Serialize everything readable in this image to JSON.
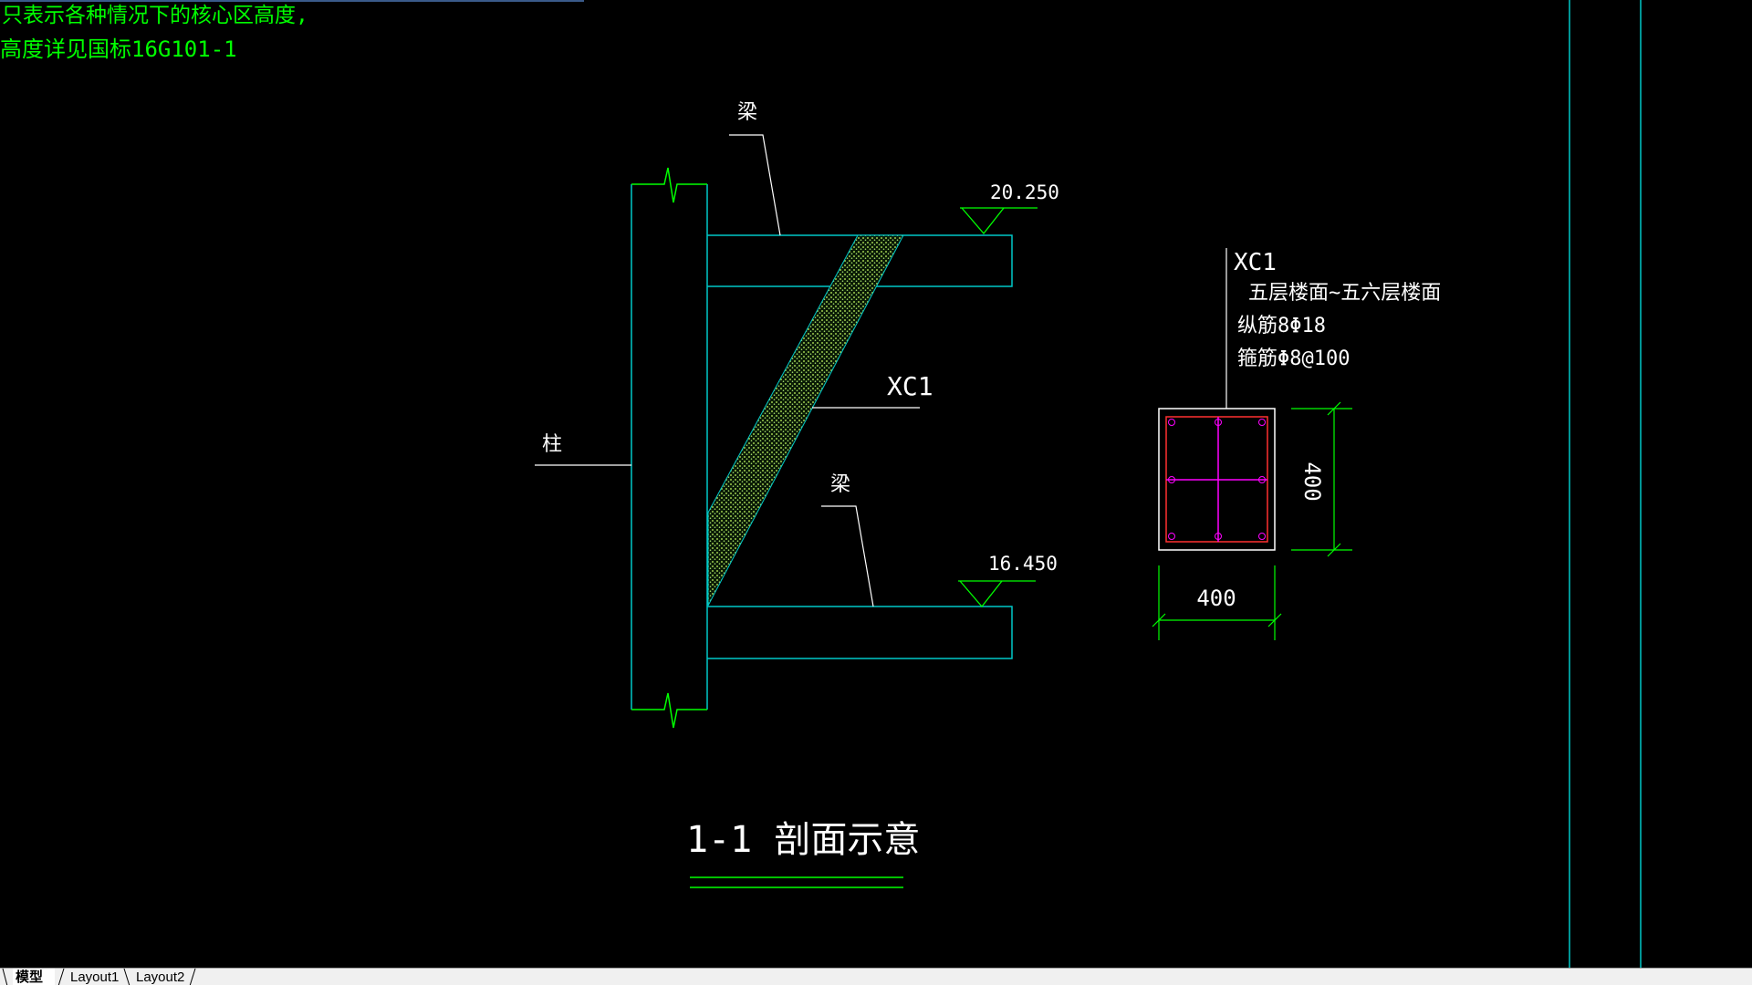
{
  "notes": {
    "line1": "只表示各种情况下的核心区高度,",
    "line2": "高度详见国标16G101-1"
  },
  "drawing": {
    "beam_label_top": "梁",
    "beam_label_bottom": "梁",
    "column_label": "柱",
    "brace_label": "XC1",
    "elevation_top": "20.250",
    "elevation_bottom": "16.450",
    "section_title": "1-1  剖面示意",
    "detail": {
      "name": "XC1",
      "range": "五层楼面~五六层楼面",
      "longitudinal": "纵筋8Φ18",
      "stirrup": "箍筋Φ8@100",
      "dim_height": "400",
      "dim_width": "400"
    }
  },
  "colors": {
    "background": "#000000",
    "cyan": "#00c8c8",
    "green": "#00ff00",
    "white": "#ffffff",
    "hatch": "#c8ff64",
    "magenta": "#ff00ff",
    "red": "#ff3030"
  },
  "tabs": {
    "model": "模型",
    "layout1": "Layout1",
    "layout2": "Layout2"
  }
}
